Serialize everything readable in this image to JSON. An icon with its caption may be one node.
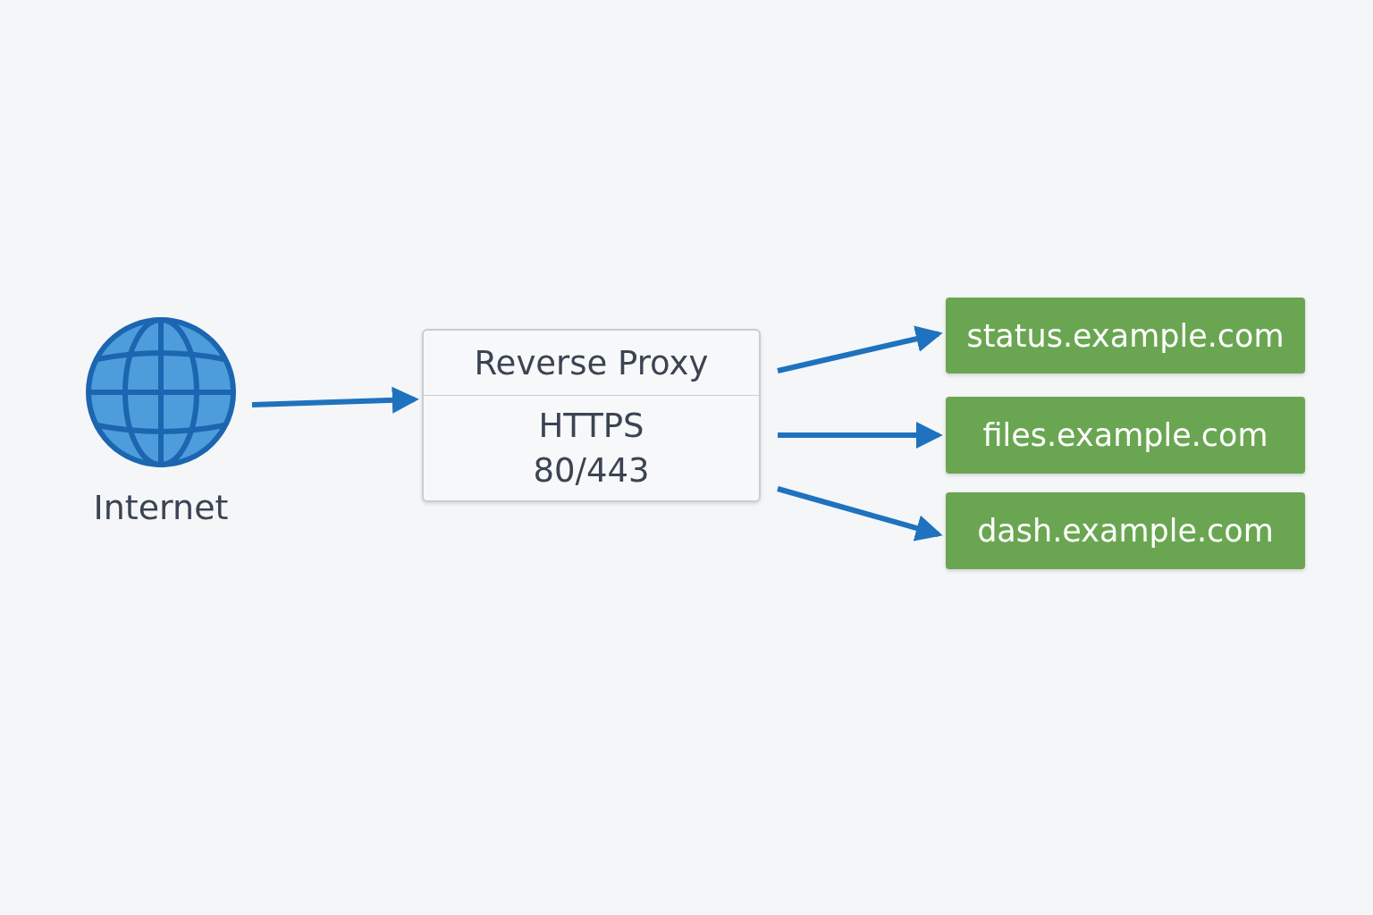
{
  "diagram": {
    "nodes": [
      {
        "text": [
          "Internet"
        ]
      },
      {
        "text": [
          "Reverse Proxy",
          "HTTPS 80/443"
        ]
      },
      {
        "text": [
          "status.example.com"
        ]
      },
      {
        "text": [
          "files.example.com"
        ]
      },
      {
        "text": [
          "dash.example.com"
        ]
      }
    ],
    "edges": [
      {
        "from": 0,
        "to": 1,
        "arrow": "to"
      },
      {
        "from": 1,
        "to": 2,
        "arrow": "to"
      },
      {
        "from": 1,
        "to": 3,
        "arrow": "to"
      },
      {
        "from": 1,
        "to": 4,
        "arrow": "to"
      }
    ]
  }
}
